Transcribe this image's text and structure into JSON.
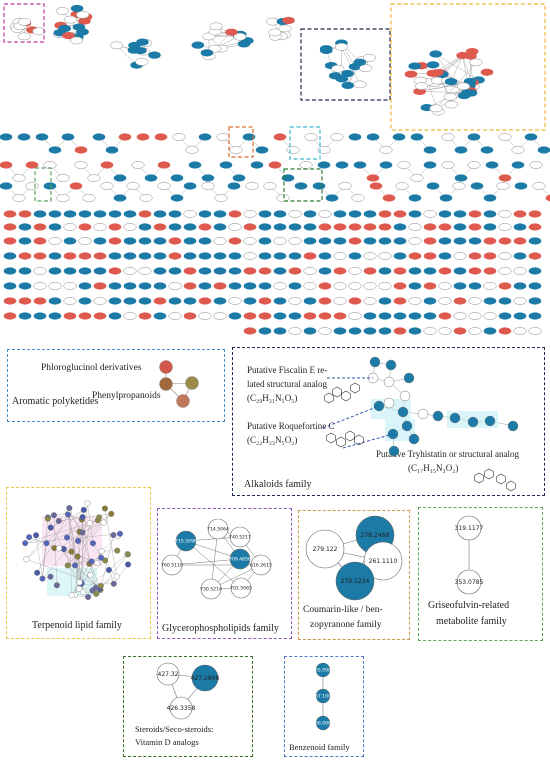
{
  "colors": {
    "blue": "#1b7aa6",
    "red": "#de5a4e",
    "grey_fill": "#ffffff",
    "grey_stroke": "#8a8a8a",
    "edge": "#aaaaaa",
    "magenta": "#c0399b",
    "navy": "#1f2b4a",
    "orange": "#f0b83c",
    "teal": "#3bb8d0",
    "dark_orange": "#e06a2c",
    "dark_green": "#2e7d32",
    "green": "#5aa55a",
    "light_blue": "#4a8fd0",
    "yellow": "#e8c443",
    "purple": "#8a56c0",
    "brown": "#c89a4a",
    "green_ltr": "#5aaa5a",
    "dark_green2": "#3b6b2c",
    "royal_blue": "#5577cc"
  },
  "panels": {
    "aromatic": {
      "title": "Aromatic polyketides",
      "label_phloro": "Phloroglucinol derivatives",
      "label_phenyl": "Phenylpropanoids"
    },
    "alkaloids": {
      "title": "Alkaloids family",
      "fiscalin_line1": "Putative Fiscalin E re-",
      "fiscalin_line2": "lated structural analog",
      "fiscalin_formula": "(C₂₉H₃₁N₅O₅)",
      "roque_line1": "Putative Roquefortine C",
      "roque_formula": "(C₂₂H₂₃N₅O₂)",
      "tryh_line1": "Putative Tryhistatin or structural analog",
      "tryh_formula": "(C₁₇H₁₅N₃O₂)"
    },
    "terpenoid": {
      "title": "Terpenoid lipid family"
    },
    "glycero": {
      "title": "Glycerophospholipids family",
      "nodes": [
        "714.5064",
        "740.5217",
        "715.5096",
        "709.4856",
        "760.5110",
        "616.2615",
        "730.5214",
        "702.5065"
      ]
    },
    "coumarin": {
      "title_line1": "Coumarin-like / ben-",
      "title_line2": "zopyranone family",
      "nodes": [
        "278.2468",
        "279.122",
        "261.1110",
        "279.1234"
      ]
    },
    "griseofulvin": {
      "title_line1": "Griseofulvin-related",
      "title_line2": "metabolite family",
      "nodes": [
        "319.1177",
        "353.0785"
      ]
    },
    "steroids": {
      "title_line1": "Steroids/Seco-steroids:",
      "title_line2": "Vitamin D analogs",
      "nodes": [
        "427.32",
        "427.2848",
        "426.3358"
      ]
    },
    "benzenoid": {
      "title": "Benzenoid family",
      "nodes": [
        "265.0980",
        "267.1003",
        "266.0988"
      ]
    }
  }
}
